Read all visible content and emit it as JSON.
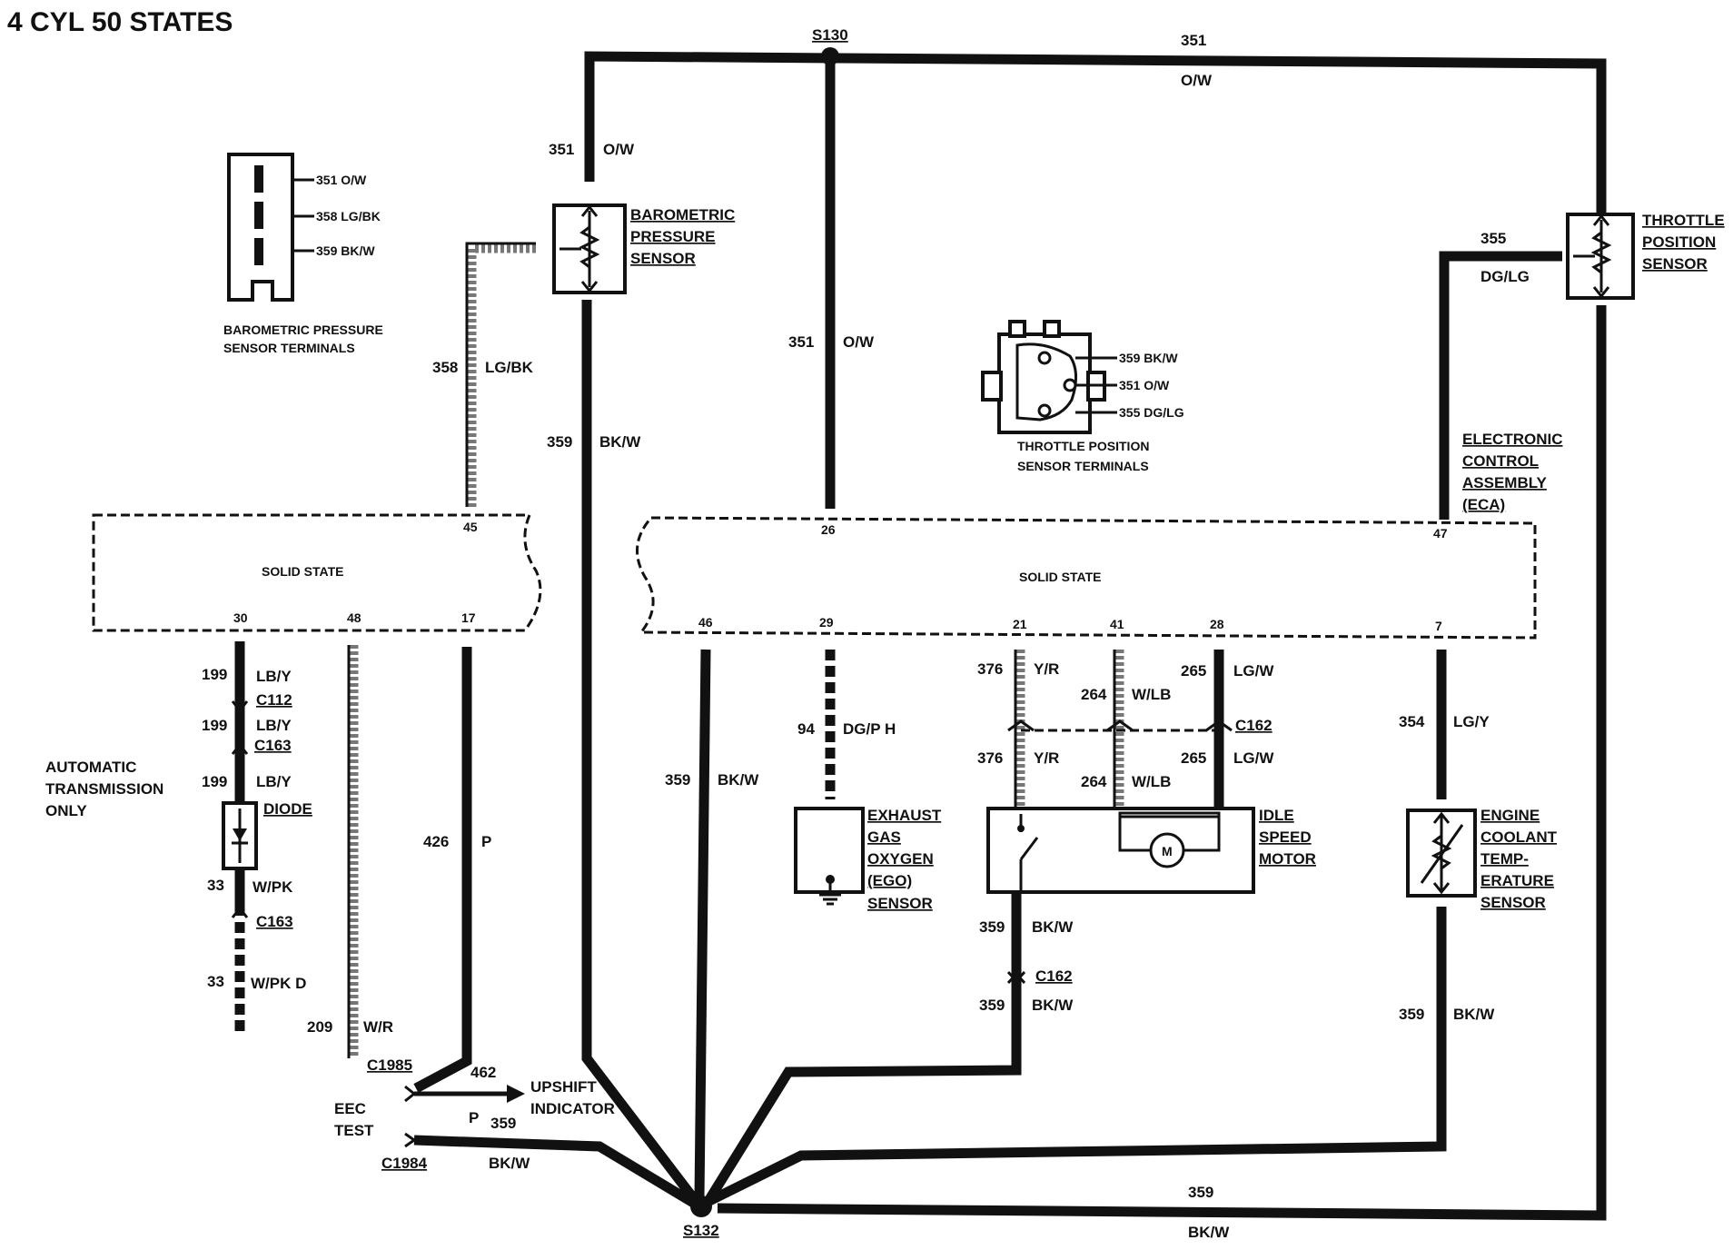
{
  "title": "4 CYL 50 STATES",
  "splices": {
    "s130": "S130",
    "s132": "S132"
  },
  "eca": {
    "label_lines": [
      "ELECTRONIC",
      "CONTROL",
      "ASSEMBLY",
      "(ECA)"
    ],
    "left_block_label": "SOLID STATE",
    "right_block_label": "SOLID STATE",
    "pins": {
      "p45": "45",
      "p30": "30",
      "p48": "48",
      "p17": "17",
      "p26": "26",
      "p46": "46",
      "p29": "29",
      "p21": "21",
      "p41": "41",
      "p28": "28",
      "p47": "47",
      "p7": "7"
    }
  },
  "wires": {
    "top_351_num": "351",
    "top_351_color": "O/W",
    "baro_351_num": "351",
    "baro_351_color": "O/W",
    "s130_351_num": "351",
    "s130_351_color": "O/W",
    "w358_num": "358",
    "w358_color": "LG/BK",
    "w359_baro_num": "359",
    "w359_baro_color": "BK/W",
    "w355_num": "355",
    "w355_color": "DG/LG",
    "w199a_num": "199",
    "w199a_color": "LB/Y",
    "w199b_num": "199",
    "w199b_color": "LB/Y",
    "w199c_num": "199",
    "w199c_color": "LB/Y",
    "w33a_num": "33",
    "w33a_color": "W/PK",
    "w33b_num": "33",
    "w33b_color": "W/PK D",
    "w426_num": "426",
    "w426_color": "P",
    "w209_num": "209",
    "w209_color": "W/R",
    "w462_num": "462",
    "w462_color": "P",
    "w359_test_num": "359",
    "w359_test_color": "BK/W",
    "w359_46_num": "359",
    "w359_46_color": "BK/W",
    "w94_num": "94",
    "w94_color": "DG/P H",
    "w376a_num": "376",
    "w376a_color": "Y/R",
    "w376b_num": "376",
    "w376b_color": "Y/R",
    "w264a_num": "264",
    "w264a_color": "W/LB",
    "w264b_num": "264",
    "w264b_color": "W/LB",
    "w265a_num": "265",
    "w265a_color": "LG/W",
    "w265b_num": "265",
    "w265b_color": "LG/W",
    "w359_isma_num": "359",
    "w359_isma_color": "BK/W",
    "w359_ismb_num": "359",
    "w359_ismb_color": "BK/W",
    "w354_num": "354",
    "w354_color": "LG/Y",
    "w359_ect_num": "359",
    "w359_ect_color": "BK/W",
    "w359_bottom_num": "359",
    "w359_bottom_color": "BK/W"
  },
  "connectors": {
    "c112": "C112",
    "c163a": "C163",
    "c163b": "C163",
    "c1985": "C1985",
    "c1984": "C1984",
    "c162a": "C162",
    "c162b": "C162"
  },
  "components": {
    "baro_sensor": [
      "BAROMETRIC",
      "PRESSURE",
      "SENSOR"
    ],
    "tps": [
      "THROTTLE",
      "POSITION",
      "SENSOR"
    ],
    "ego": [
      "EXHAUST",
      "GAS",
      "OXYGEN",
      "(EGO)",
      "SENSOR"
    ],
    "ism": [
      "IDLE",
      "SPEED",
      "MOTOR"
    ],
    "ect": [
      "ENGINE",
      "COOLANT",
      "TEMP-",
      "ERATURE",
      "SENSOR"
    ],
    "diode": "DIODE",
    "motor_symbol": "M",
    "auto_trans": [
      "AUTOMATIC",
      "TRANSMISSION",
      "ONLY"
    ],
    "eec_test": [
      "EEC",
      "TEST"
    ],
    "upshift": [
      "UPSHIFT",
      "INDICATOR"
    ]
  },
  "baro_terminals": {
    "caption": [
      "BAROMETRIC PRESSURE",
      "SENSOR TERMINALS"
    ],
    "t1": "351 O/W",
    "t2": "358 LG/BK",
    "t3": "359 BK/W"
  },
  "tps_terminals": {
    "caption": [
      "THROTTLE POSITION",
      "SENSOR TERMINALS"
    ],
    "t1": "359 BK/W",
    "t2": "351 O/W",
    "t3": "355 DG/LG"
  }
}
